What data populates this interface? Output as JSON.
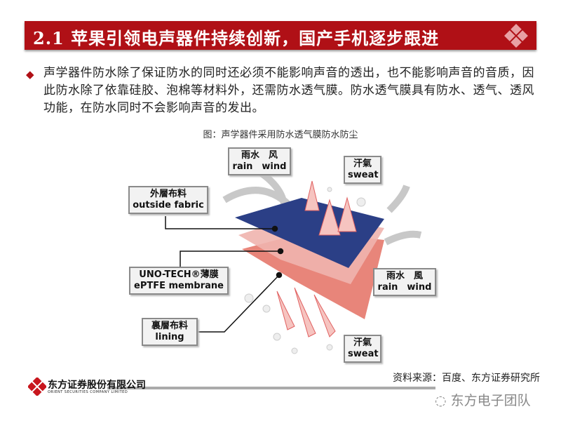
{
  "header": {
    "title": "2.1 苹果引领电声器件持续创新，国产手机逐步跟进"
  },
  "body": {
    "bullet_icon": "diamond-icon",
    "text": "声学器件防水除了保证防水的同时还必须不能影响声音的透出，也不能影响声音的音质，因此防水除了依靠硅胶、泡棉等材料外，还需防水透气膜。防水透气膜具有防水、透气、透风功能，在防水同时不会影响声音的发出。"
  },
  "figure": {
    "caption": "图：声学器件采用防水透气膜防水防尘",
    "labels": {
      "rain_wind_top": {
        "cn": "雨水　风",
        "en": "rain　wind"
      },
      "sweat_top": {
        "cn": "汗氣",
        "en": "sweat"
      },
      "outside_fabric": {
        "cn": "外層布料",
        "en": "outside fabric"
      },
      "membrane": {
        "cn": "UNO-TECH®薄膜",
        "en": "ePTFE membrane"
      },
      "rain_wind_right": {
        "cn": "雨水　風",
        "en": "rain　wind"
      },
      "lining": {
        "cn": "裏層布料",
        "en": "lining"
      },
      "sweat_bottom": {
        "cn": "汗氣",
        "en": "sweat"
      }
    },
    "colors": {
      "outer": "#2b3f86",
      "membrane": "#f0b4ae",
      "lining": "#e8857a"
    }
  },
  "footer": {
    "source": "资料来源：百度、东方证券研究所",
    "company_cn": "东方证券股份有限公司",
    "company_en": "ORIENT SECURITIES COMPANY LIMITED",
    "watermark": "东方电子团队"
  },
  "colors": {
    "brand": "#b01016"
  }
}
